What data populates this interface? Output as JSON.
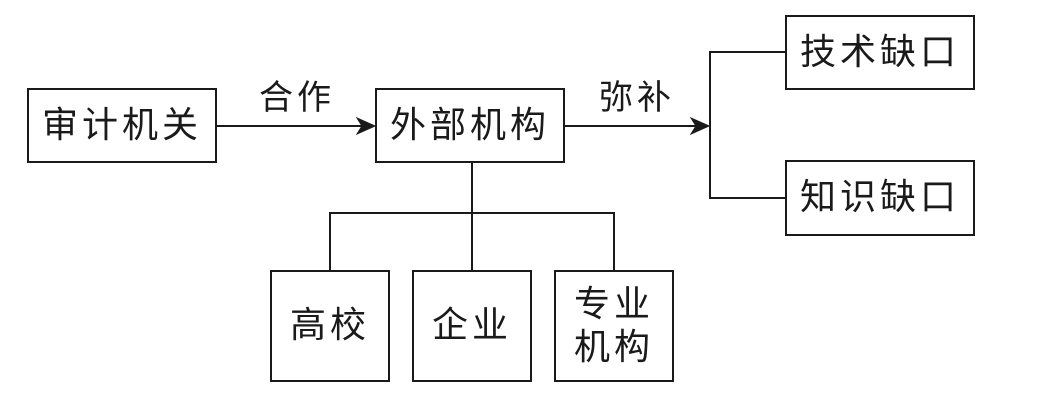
{
  "nodes": {
    "audit_agency": "审计机关",
    "external_agency": "外部机构",
    "tech_gap": "技术缺口",
    "knowledge_gap": "知识缺口",
    "university": "高校",
    "enterprise": "企业",
    "professional_line1": "专业",
    "professional_line2": "机构"
  },
  "edges": {
    "cooperate": "合作",
    "compensate": "弥补"
  },
  "colors": {
    "stroke": "#1a1a1a",
    "background": "#ffffff"
  }
}
